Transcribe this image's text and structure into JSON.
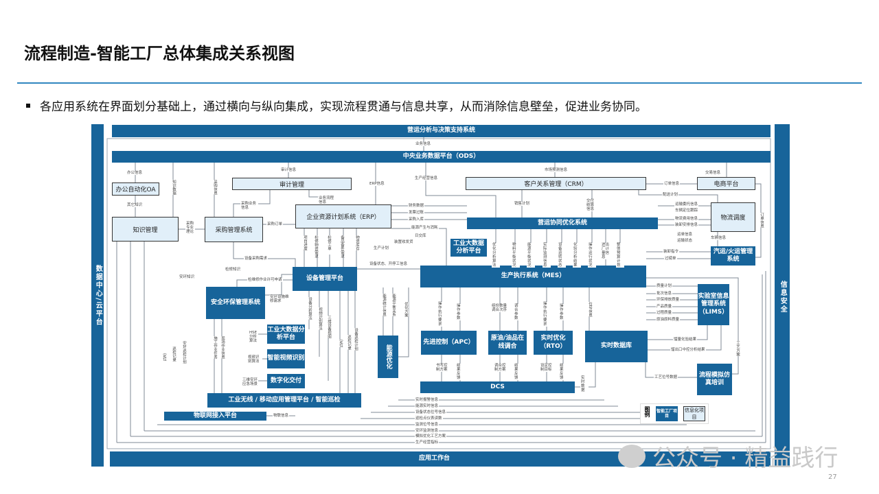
{
  "title": "流程制造-智能工厂总体集成关系视图",
  "bullet": "各应用系统在界面划分基础上，通过横向与纵向集成，实现流程贯通与信息共享，从而消除信息壁垒，促进业务协同。",
  "colors": {
    "dark": "#17649a",
    "light": "#e1eff9",
    "rule": "#2f86bf"
  },
  "bars": {
    "top": "营运分析与决策支持系统",
    "ods": "中央业务数据平台（ODS）",
    "bottom": "应用工作台",
    "left": "数据中心/云平台",
    "right": "信息安全"
  },
  "boxes": {
    "oa": "办公自动化OA",
    "km": "知识管理",
    "purchase": "采购管理系统",
    "audit": "审计管理",
    "erp": "企业资源计划系统（ERP）",
    "crm": "客户关系管理（CRM）",
    "ecom": "电商平台",
    "logistics": "物流调度",
    "ops": "营运协同优化系统",
    "bigdata_top": "工业大数据分析平台",
    "transport": "汽运/火运管理系统",
    "mes": "生产执行系统（MES）",
    "equip": "设备管理平台",
    "hse": "安全环保管理系统",
    "bigdata_mid": "工业大数据分析平台",
    "video": "智能视频识别",
    "digital": "数字化交付",
    "wireless": "工业无线 / 移动应用管理平台 / 智能巡检",
    "iot": "物联网接入平台",
    "energy": "能源优化",
    "apc": "先进控制（APC）",
    "blend": "原油/油品在线调合",
    "rto": "实时优化（RTO）",
    "rtdb": "实时数据库",
    "dcs": "DCS",
    "lims": "实验室信息管理系统（LIMS）",
    "sim": "流程模拟仿真培训"
  },
  "legend": {
    "title": "图例",
    "smart": "智能工厂项目",
    "info": "信息化项目"
  },
  "labels": [
    "业务信息",
    "办公信息",
    "知识数据",
    "采购信息",
    "审计信息",
    "ERP信息",
    "生产经营信息",
    "其它知识",
    "采购业务信息",
    "业务流程信息",
    "采购专业理论",
    "采购订单",
    "财务数据",
    "发票过账",
    "采购入库",
    "能源产生与消耗",
    "日交库",
    "装置收发货",
    "生产计划",
    "项目进度",
    "检修物资需求",
    "检修工单",
    "备品备件需求",
    "物资库存",
    "设备采购需求",
    "设备状态、开停工信息",
    "检修知识",
    "安环知识",
    "检维修作业许可申请",
    "安环设施维修需求",
    "设备分析算法",
    "视频识别算法",
    "三维设备视图",
    "定位",
    "巡检记录",
    "设备巡检计划",
    "HSE分析算法",
    "视频识别算法",
    "三维安环应急场景",
    "施工作业任务",
    "现场作业信息",
    "安环巡检计划",
    "巡检记录",
    "定位",
    "物联信息",
    "实时报警信息",
    "能源实时信息",
    "设备状态位号信息",
    "巡检点仪表读数",
    "监测位号信息",
    "安环监测信息",
    "模拟优化工艺方案",
    "生产经营指标",
    "能源统计信息",
    "能源平衡关系",
    "优化方案",
    "市场预测信息",
    "交易信息",
    "订单信息",
    "配送计划",
    "销售计划",
    "交付结算信息",
    "运输委托信息",
    "车辆定位跟踪",
    "物流费用信息",
    "装卸安排信息",
    "运单信息",
    "运输状态",
    "订单信息",
    "车辆信息",
    "装卸指令",
    "过磅单",
    "优化分析算法",
    "物料平衡状况",
    "能源平衡状况",
    "实际监测信息",
    "设备运转状态",
    "化验分析结果",
    "操作运行状况",
    "进出厂计量信息",
    "整体预算计划",
    "质量计划",
    "批次信息",
    "环保排放质量",
    "产品质量",
    "过程质量",
    "原油原料质量",
    "位号信息",
    "操作执行要求",
    "操作参数",
    "组份数量调合次序",
    "调合参数",
    "操作执行要求",
    "操作参数",
    "馏量化验结果",
    "馏出口中控分析结果",
    "工艺方案",
    "书写控制方案",
    "结果反馈",
    "调合控制方案",
    "结果反馈",
    "设定控制目标",
    "结果反馈",
    "实时数据",
    "工艺位号数据"
  ],
  "watermark": "公众号 · 精益践行",
  "page_number": "27"
}
